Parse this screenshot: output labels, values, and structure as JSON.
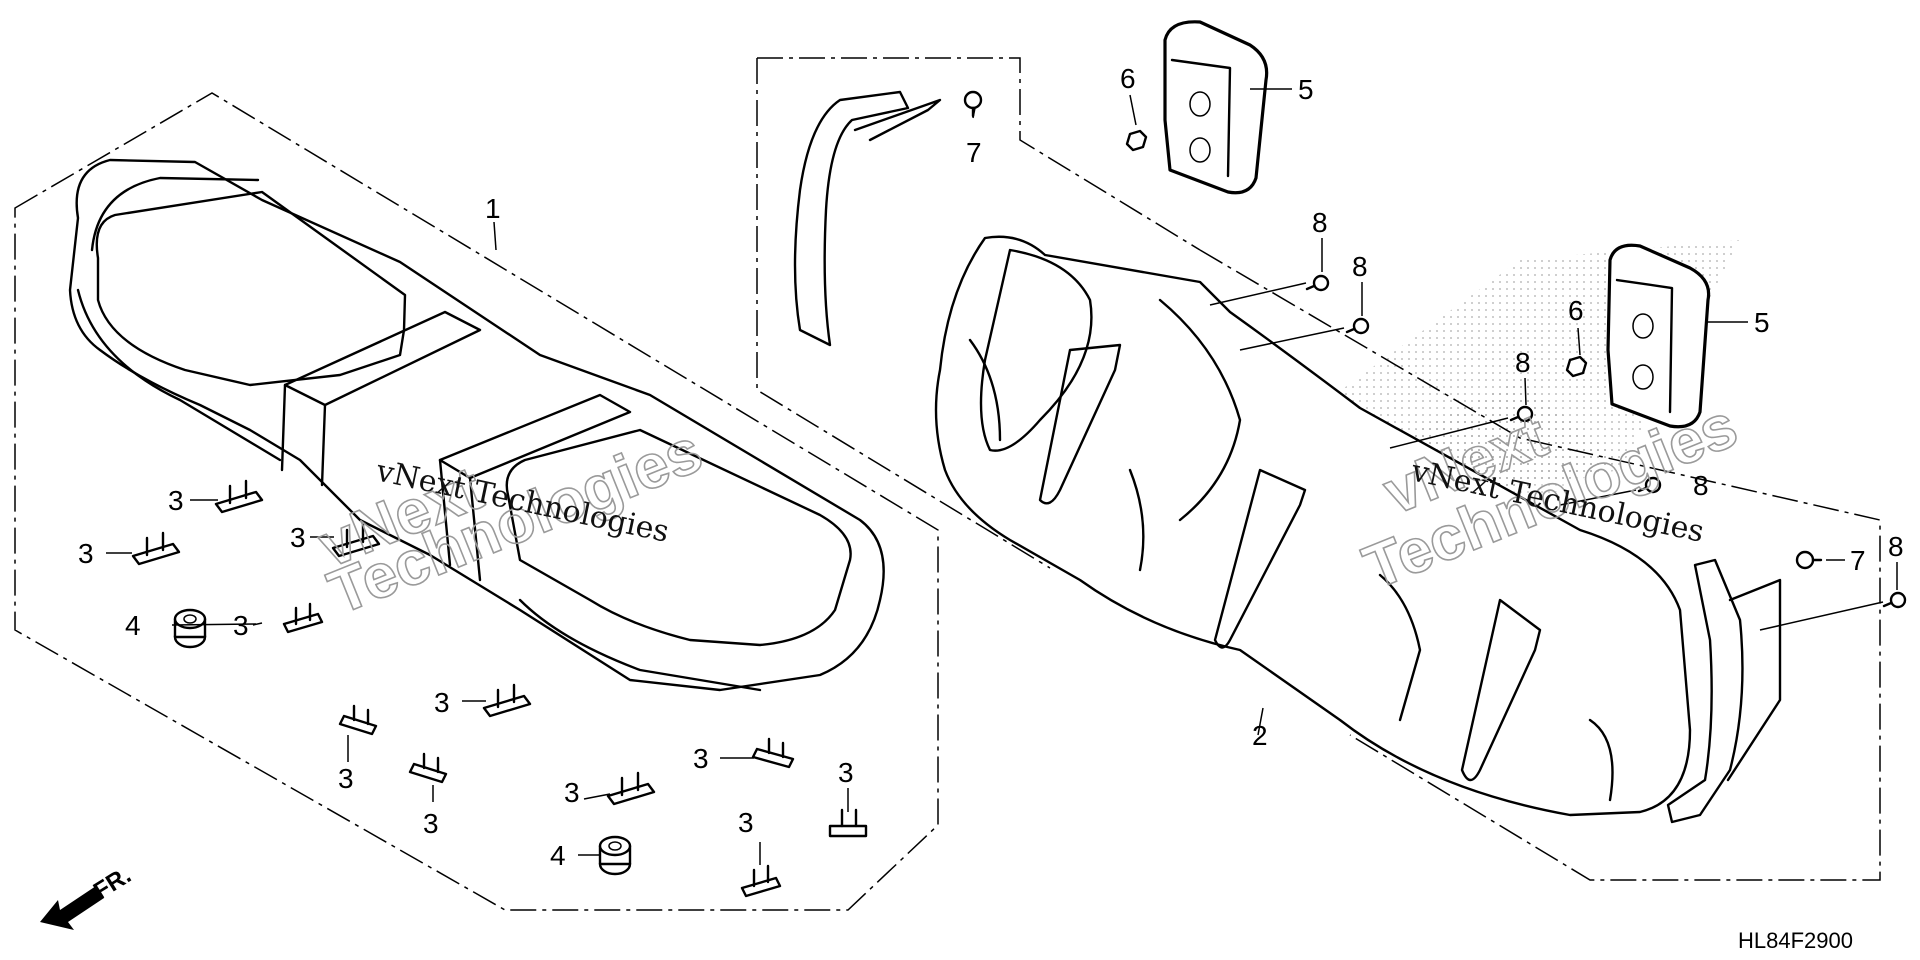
{
  "diagram": {
    "code": "HL84F2900",
    "front_marker": "FR.",
    "watermark": {
      "brand": "vNext",
      "line1": "vNext Technologies",
      "line2": "Technologies"
    },
    "labels": {
      "p1": "1",
      "p2": "2",
      "p3": "3",
      "p4": "4",
      "p5": "5",
      "p6": "6",
      "p7": "7",
      "p8": "8"
    }
  }
}
